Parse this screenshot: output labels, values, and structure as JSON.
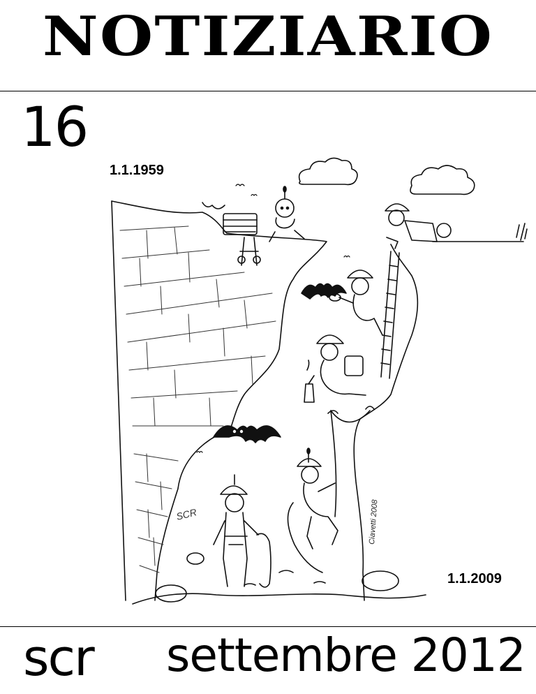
{
  "masthead": {
    "title": "NOTIZIARIO"
  },
  "issue": {
    "number": "16"
  },
  "illustration": {
    "date_start": "1.1.1959",
    "date_end": "1.1.2009",
    "wall_graffiti": "SCR",
    "artist_signature": "Ciavetti 2008"
  },
  "footer": {
    "organization": "scr",
    "date": "settembre 2012"
  }
}
